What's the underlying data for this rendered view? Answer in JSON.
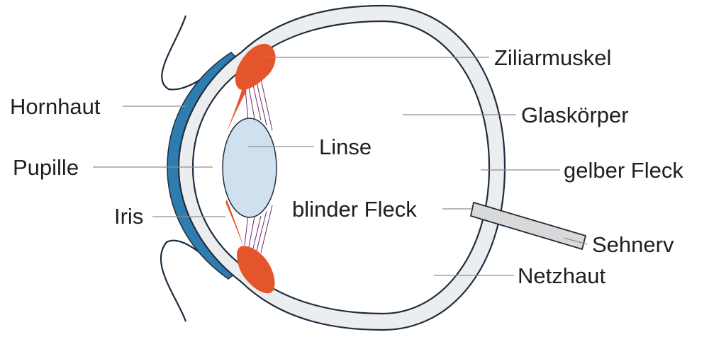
{
  "labels": {
    "hornhaut": "Hornhaut",
    "pupille": "Pupille",
    "iris": "Iris",
    "linse": "Linse",
    "ziliarmuskel": "Ziliarmuskel",
    "glaskoerper": "Glaskörper",
    "gelber_fleck": "gelber Fleck",
    "blinder_fleck": "blinder Fleck",
    "sehnerv": "Sehnerv",
    "netzhaut": "Netzhaut"
  },
  "colors": {
    "sclera_fill": "#ebedee",
    "outline": "#1e2d3d",
    "cornea": "#2f7db0",
    "lens": "#cfe1ee",
    "muscle": "#e4552b",
    "fibers": "#6a2b6e",
    "optic_nerve": "#d9d9d9",
    "leader": "#8f8f8f",
    "text": "#1f1f1f"
  }
}
